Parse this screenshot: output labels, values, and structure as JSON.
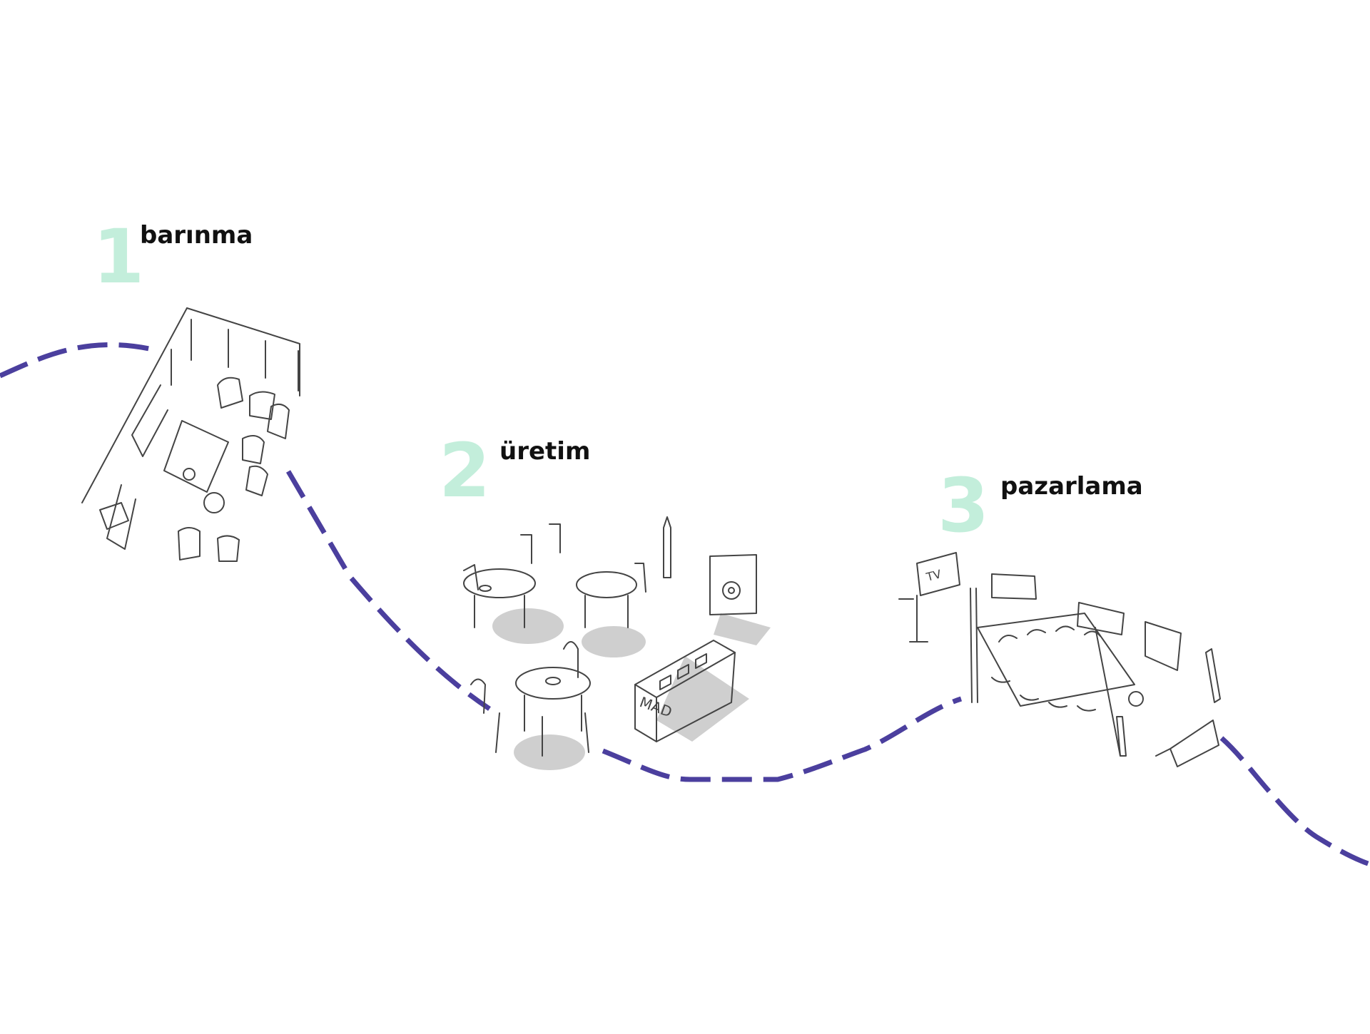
{
  "stages": [
    {
      "number": "1",
      "label": "barınma"
    },
    {
      "number": "2",
      "label": "üretim"
    },
    {
      "number": "3",
      "label": "pazarlama"
    }
  ],
  "sketch_text": {
    "kiosk_sign": "MAD",
    "board_sign": "TV"
  },
  "colors": {
    "number": "#c3eedb",
    "path": "#4b3f9e",
    "text": "#111111"
  }
}
